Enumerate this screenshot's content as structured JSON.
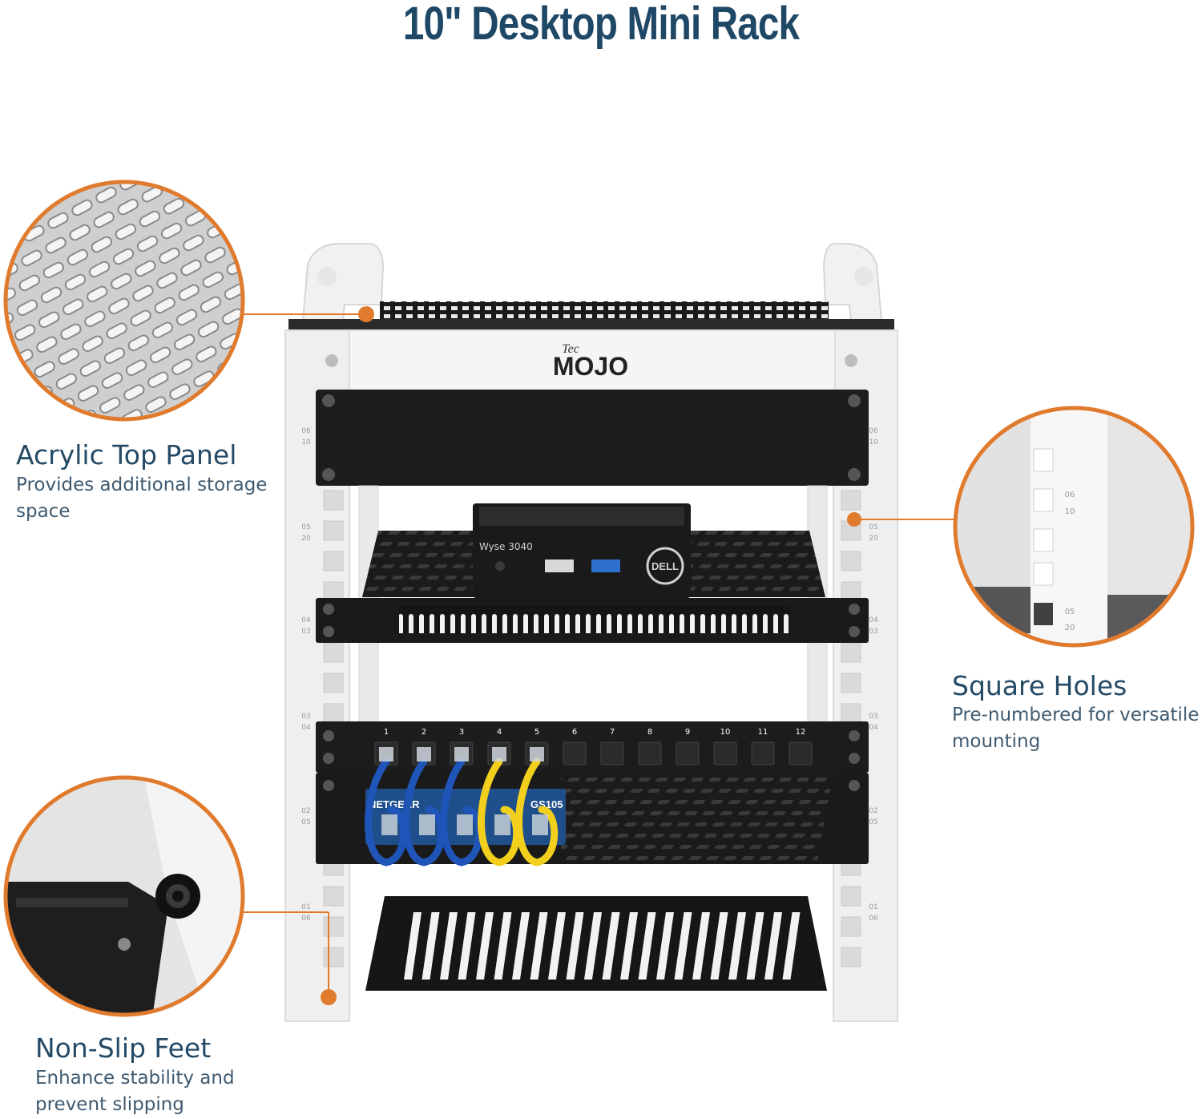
{
  "title": "10\" Desktop Mini Rack",
  "colors": {
    "title": "#1f4766",
    "heading": "#244a66",
    "subtext": "#3f5a70",
    "accent": "#e07b2e",
    "frame": "#eeeeee",
    "steel": "#1c1c1c"
  },
  "brand": {
    "logo_small": "Tec",
    "logo_main": "MOJO"
  },
  "devices": {
    "thin_client_label": "Wyse 3040",
    "thin_client_brand": "DELL",
    "switch_brand": "NETGEAR",
    "switch_model": "GS105"
  },
  "rack_units": {
    "left": [
      {
        "top": "06",
        "bottom": "10"
      },
      {
        "top": "05",
        "bottom": "20"
      },
      {
        "top": "04",
        "bottom": "03"
      },
      {
        "top": "03",
        "bottom": "04"
      },
      {
        "top": "02",
        "bottom": "05"
      },
      {
        "top": "01",
        "bottom": "06"
      }
    ]
  },
  "patch_panel_ports": [
    "1",
    "2",
    "3",
    "4",
    "5",
    "6",
    "7",
    "8",
    "9",
    "10",
    "11",
    "12"
  ],
  "callouts": {
    "top_panel": {
      "heading": "Acrylic Top Panel",
      "line1": "Provides additional storage",
      "line2": "space"
    },
    "square_holes": {
      "heading": "Square Holes",
      "line1": "Pre-numbered for versatile",
      "line2": "mounting"
    },
    "feet": {
      "heading": "Non-Slip Feet",
      "line1": "Enhance stability and",
      "line2": "prevent slipping"
    }
  }
}
